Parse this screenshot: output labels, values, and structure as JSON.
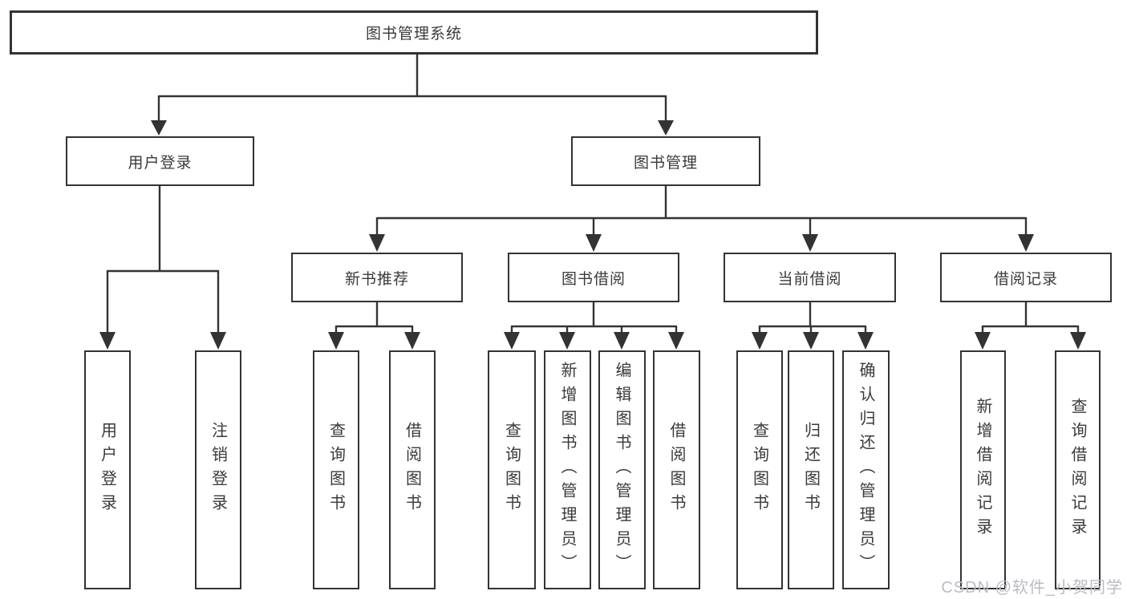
{
  "diagram_title": "图书管理系统",
  "tree": {
    "root": "图书管理系统",
    "branches": [
      {
        "label": "用户登录",
        "leaves": [
          "用户登录",
          "注销登录"
        ]
      },
      {
        "label": "图书管理",
        "groups": [
          {
            "label": "新书推荐",
            "leaves": [
              "查询图书",
              "借阅图书"
            ]
          },
          {
            "label": "图书借阅",
            "leaves": [
              "查询图书",
              "新增图书（管理员）",
              "编辑图书（管理员）",
              "借阅图书"
            ]
          },
          {
            "label": "当前借阅",
            "leaves": [
              "查询图书",
              "归还图书",
              "确认归还（管理员）"
            ]
          },
          {
            "label": "借阅记录",
            "leaves": [
              "新增借阅记录",
              "查询借阅记录"
            ]
          }
        ]
      }
    ]
  },
  "watermark": "CSDN @软件_小贺同学",
  "colors": {
    "line": "#333333",
    "text": "#3a3a3a",
    "watermark": "#b9bcc2",
    "background": "#ffffff"
  }
}
